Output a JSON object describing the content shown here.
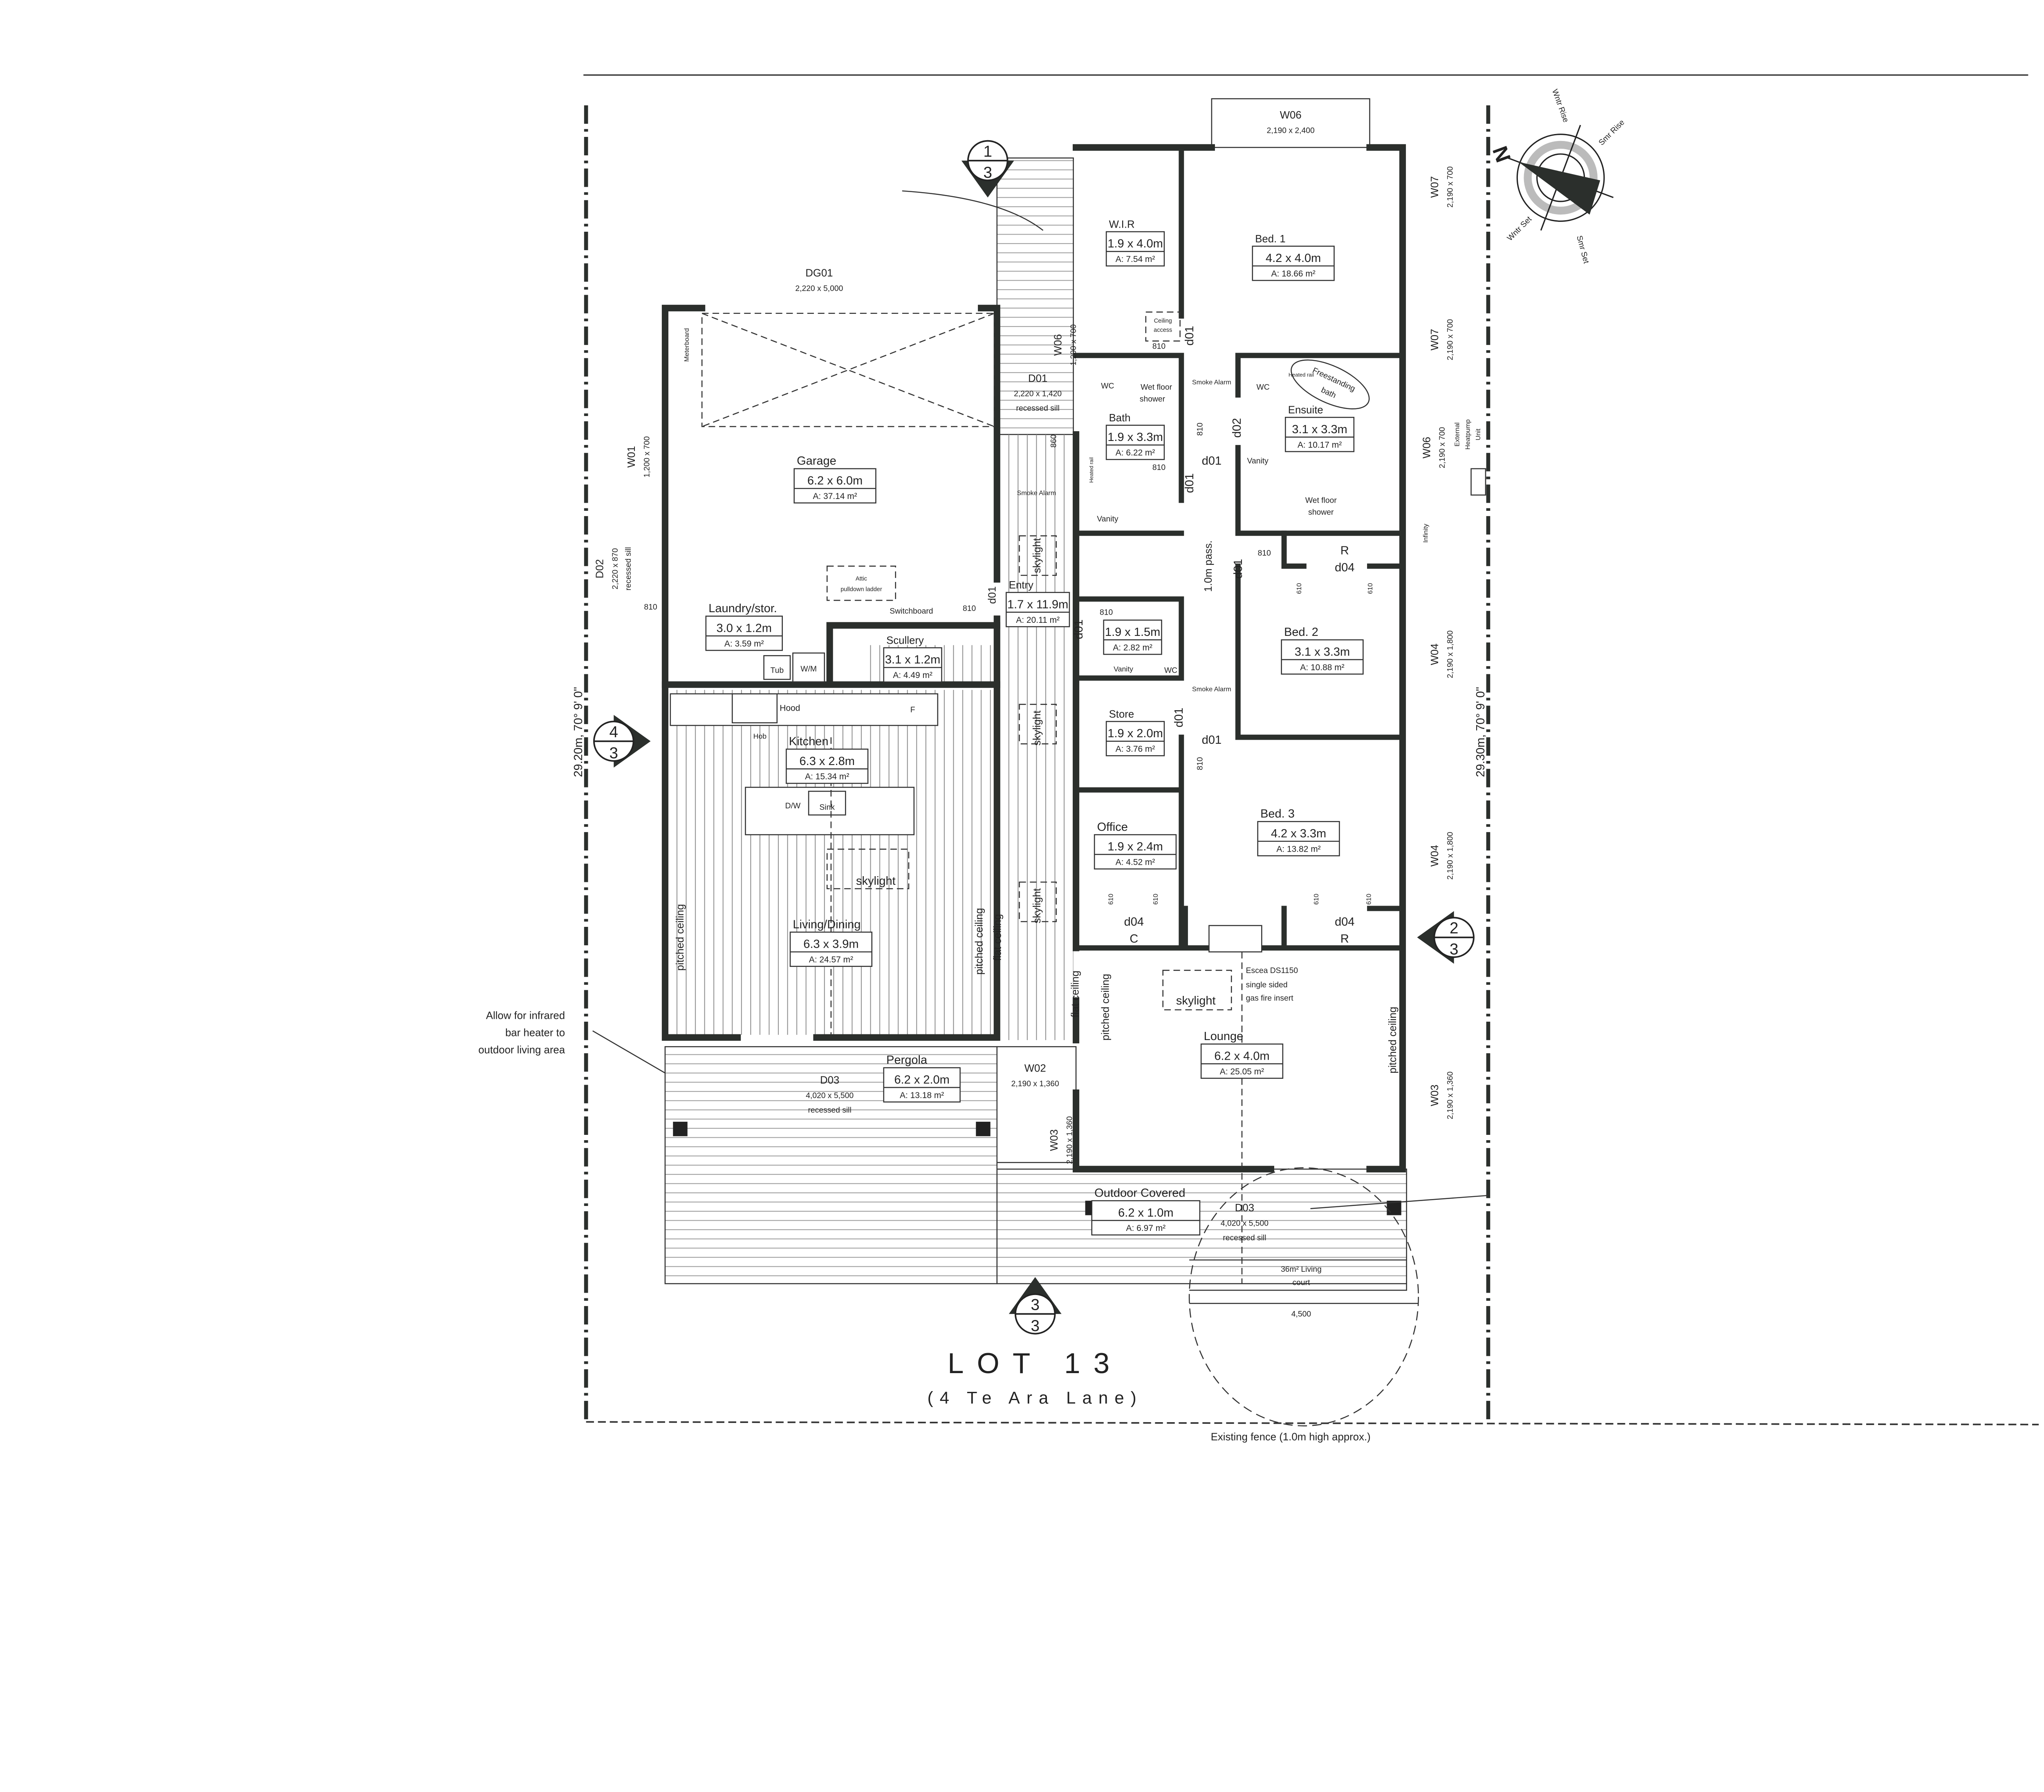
{
  "title": {
    "lot": "LOT 13",
    "address": "(4 Te Ara Lane)"
  },
  "rooms": [
    {
      "name": "Garage",
      "dims": "6.2 x 6.0m",
      "area": "A:    37.14 m²"
    },
    {
      "name": "Laundry/stor.",
      "dims": "3.0 x 1.2m",
      "area": "A:    3.59 m²"
    },
    {
      "name": "Scullery",
      "dims": "3.1 x 1.2m",
      "area": "A: 4.49 m²"
    },
    {
      "name": "Kitchen",
      "dims": "6.3 x 2.8m",
      "area": "A:    15.34 m²"
    },
    {
      "name": "Living/Dining",
      "dims": "6.3 x 3.9m",
      "area": "A:    24.57 m²"
    },
    {
      "name": "Entry",
      "dims": "1.7 x 11.9m",
      "area": "A: 20.11 m²"
    },
    {
      "name": "W.I.R",
      "dims": "1.9 x 4.0m",
      "area": "A: 7.54 m²"
    },
    {
      "name": "Bed. 1",
      "dims": "4.2 x 4.0m",
      "area": "A:    18.66 m²"
    },
    {
      "name": "Bath",
      "dims": "1.9 x 3.3m",
      "area": "A: 6.22 m²"
    },
    {
      "name": "Ensuite",
      "dims": "3.1 x 3.3m",
      "area": "A: 10.17 m²"
    },
    {
      "name": "",
      "dims": "1.9 x 1.5m",
      "area": "A: 2.82 m²"
    },
    {
      "name": "Store",
      "dims": "1.9 x 2.0m",
      "area": "A: 3.76 m²"
    },
    {
      "name": "Bed. 2",
      "dims": "3.1 x 3.3m",
      "area": "A:    10.88 m²"
    },
    {
      "name": "Office",
      "dims": "1.9 x 2.4m",
      "area": "A:    4.52 m²"
    },
    {
      "name": "Bed. 3",
      "dims": "4.2 x 3.3m",
      "area": "A:    13.82 m²"
    },
    {
      "name": "Lounge",
      "dims": "6.2 x 4.0m",
      "area": "A:    25.05 m²"
    },
    {
      "name": "Pergola",
      "dims": "6.2 x 2.0m",
      "area": "A:    13.18 m²"
    },
    {
      "name": "Outdoor Covered",
      "dims": "6.2 x 1.0m",
      "area": "A:         6.97 m²"
    }
  ],
  "openings": {
    "dg01": {
      "id": "DG01",
      "size": "2,220 x 5,000"
    },
    "w06_top": {
      "id": "W06",
      "size": "2,190 x 2,400"
    },
    "w07_a": {
      "id": "W07",
      "size": "2,190 x 700"
    },
    "w07_b": {
      "id": "W07",
      "size": "2,190 x 700"
    },
    "w06_right": {
      "id": "W06",
      "size": "2,190 x 700"
    },
    "w04_a": {
      "id": "W04",
      "size": "2,190 x 1,800"
    },
    "w04_b": {
      "id": "W04",
      "size": "2,190 x 1,800"
    },
    "w03_right": {
      "id": "W03",
      "size": "2,190 x 1,360"
    },
    "w01": {
      "id": "W01",
      "size": "1,200 x 700"
    },
    "d02": {
      "id": "D02",
      "size": "2,220 x 870",
      "note": "recessed sill"
    },
    "w06_entry": {
      "id": "W06",
      "size": "1,200 x 700"
    },
    "d01": {
      "id": "D01",
      "size": "2,220 x 1,420",
      "note": "recessed sill"
    },
    "d03_pergola": {
      "id": "D03",
      "size": "4,020 x 5,500",
      "note": "recessed sill"
    },
    "w02": {
      "id": "W02",
      "size": "2,190 x 1,360"
    },
    "w03_left": {
      "id": "W03",
      "size": "2,190 x 1,360"
    },
    "d03_lounge": {
      "id": "D03",
      "size": "4,020 x 5,500",
      "note": "recessed sill"
    }
  },
  "labels": {
    "meterboard": "Meterboard",
    "attic1": "Attic",
    "attic2": "pulldown ladder",
    "switchboard": "Switchboard",
    "tub": "Tub",
    "wm": "W/M",
    "hood": "Hood",
    "hob": "Hob",
    "fridge": "F",
    "dw": "D/W",
    "sink": "Sink",
    "skylight_1": "skylight",
    "skylight_2": "skylight",
    "skylight_3": "skylight",
    "skylight_4": "skylight",
    "skylight_5": "skylight",
    "pitched_1": "pitched ceiling",
    "pitched_2": "pitched ceiling",
    "pitched_3": "pitched ceiling",
    "pitched_4": "pitched ceiling",
    "flat_1": "flat ceiling",
    "flat_2": "flat ceiling",
    "smoke_1": "Smoke Alarm",
    "smoke_2": "Smoke Alarm",
    "smoke_3": "Smoke Alarm",
    "ceiling_access1": "Ceiling",
    "ceiling_access2": "access",
    "wc_1": "WC",
    "wc_2": "WC",
    "wc_3": "WC",
    "wetfloor_1a": "Wet floor",
    "wetfloor_1b": "shower",
    "wetfloor_2a": "Wet floor",
    "wetfloor_2b": "shower",
    "bath1": "Freestanding",
    "bath2": "bath",
    "heated_1": "Heated rail",
    "heated_2": "Heated rail",
    "vanity_1": "Vanity",
    "vanity_2": "Vanity",
    "vanity_3": "Vanity",
    "infinity": "Infinity",
    "heatpump1": "External",
    "heatpump2": "Heatpump",
    "heatpump3": "Unit",
    "pass": "1.0m pass.",
    "d01_1": "d01",
    "d01_2": "d01",
    "d01_3": "d01",
    "d01_4": "d01",
    "d01_5": "d01",
    "d01_6": "d01",
    "d01_7": "d01",
    "d01_8": "d01",
    "d02": "d02",
    "d04_1": "d04",
    "d04_2": "d04",
    "d04_3": "d04",
    "robe_r1": "R",
    "robe_r2": "R",
    "robe_c": "C",
    "w810_1": "810",
    "w810_2": "810",
    "w810_3": "810",
    "w810_4": "810",
    "w810_5": "810",
    "w810_6": "810",
    "w810_7": "810",
    "w810_8": "810",
    "w860": "860",
    "w610_1": "610",
    "w610_2": "610",
    "w610_3": "610",
    "w610_4": "610",
    "w610_5": "610",
    "w610_6": "610",
    "escea1": "Escea DS1150",
    "escea2": "single sided",
    "escea3": "gas fire insert",
    "court1": "36m² Living",
    "court2": "court",
    "court_dim": "4,500",
    "fence": "Existing fence (1.0m high approx.)",
    "heater1": "Allow for infrared",
    "heater2": "bar heater to",
    "heater3": "outdoor living area",
    "boundary_left": "29.20m, 70° 9' 0\"",
    "boundary_right": "29.30m, 70° 9' 0\""
  },
  "sections": [
    {
      "top": "1",
      "bottom": "3"
    },
    {
      "top": "4",
      "bottom": "3"
    },
    {
      "top": "2",
      "bottom": "3"
    },
    {
      "top": "3",
      "bottom": "3"
    }
  ],
  "compass": {
    "north": "N",
    "winter_rise": "Wntr Rise",
    "summer_rise": "Smr Rise",
    "winter_set": "Wntr Set",
    "summer_set": "Smr Set"
  }
}
